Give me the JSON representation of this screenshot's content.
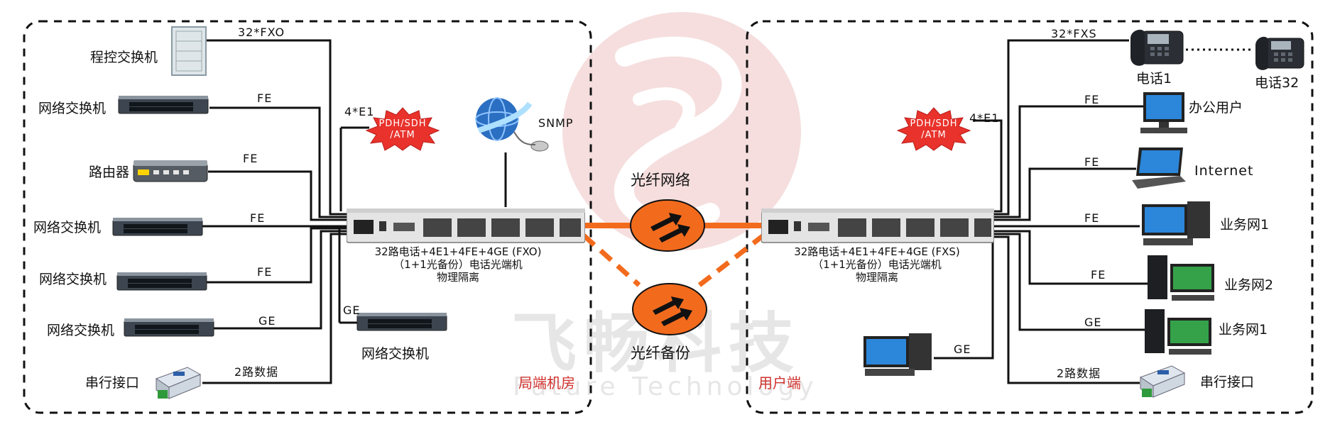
{
  "colors": {
    "orange": "#f26b1d",
    "red_label": "#d0312d",
    "line": "#111111",
    "watermark": "#e8a9a9"
  },
  "watermark": {
    "cn": "飞畅科技",
    "en": "Future Technology"
  },
  "central": {
    "title": "局端机房",
    "device_line1": "32路电话+4E1+4FE+4GE (FXO)",
    "device_line2": "（1+1光备份）电话光端机",
    "device_line3": "物理隔离",
    "e1_label": "4*E1",
    "network_label": "PDH/SDH\n/ATM",
    "snmp_label": "SNMP",
    "devices": [
      {
        "name": "程控交换机",
        "link": "32*FXO"
      },
      {
        "name": "网络交换机",
        "link": "FE"
      },
      {
        "name": "路由器",
        "link": "FE"
      },
      {
        "name": "网络交换机",
        "link": "FE"
      },
      {
        "name": "网络交换机",
        "link": "FE"
      },
      {
        "name": "网络交换机",
        "link": "GE"
      },
      {
        "name": "串行接口",
        "link": "2路数据"
      }
    ],
    "ge_switch": {
      "name": "网络交换机",
      "link": "GE"
    }
  },
  "fiber": {
    "main": "光纤网络",
    "backup": "光纤备份"
  },
  "remote": {
    "title": "用户端",
    "device_line1": "32路电话+4E1+4FE+4GE (FXS)",
    "device_line2": "（1+1光备份）电话光端机",
    "device_line3": "物理隔离",
    "e1_label": "4*E1",
    "network_label": "PDH/SDH\n/ATM",
    "phone_link": "32*FXS",
    "phone1": "电话1",
    "phone32": "电话32",
    "devices": [
      {
        "name": "办公用户",
        "link": "FE"
      },
      {
        "name": "Internet",
        "link": "FE"
      },
      {
        "name": "业务网1",
        "link": "FE"
      },
      {
        "name": "业务网2",
        "link": "FE"
      },
      {
        "name": "业务网1",
        "link": "GE"
      },
      {
        "name": "串行接口",
        "link": "2路数据"
      }
    ],
    "pc": {
      "link": "GE"
    }
  }
}
